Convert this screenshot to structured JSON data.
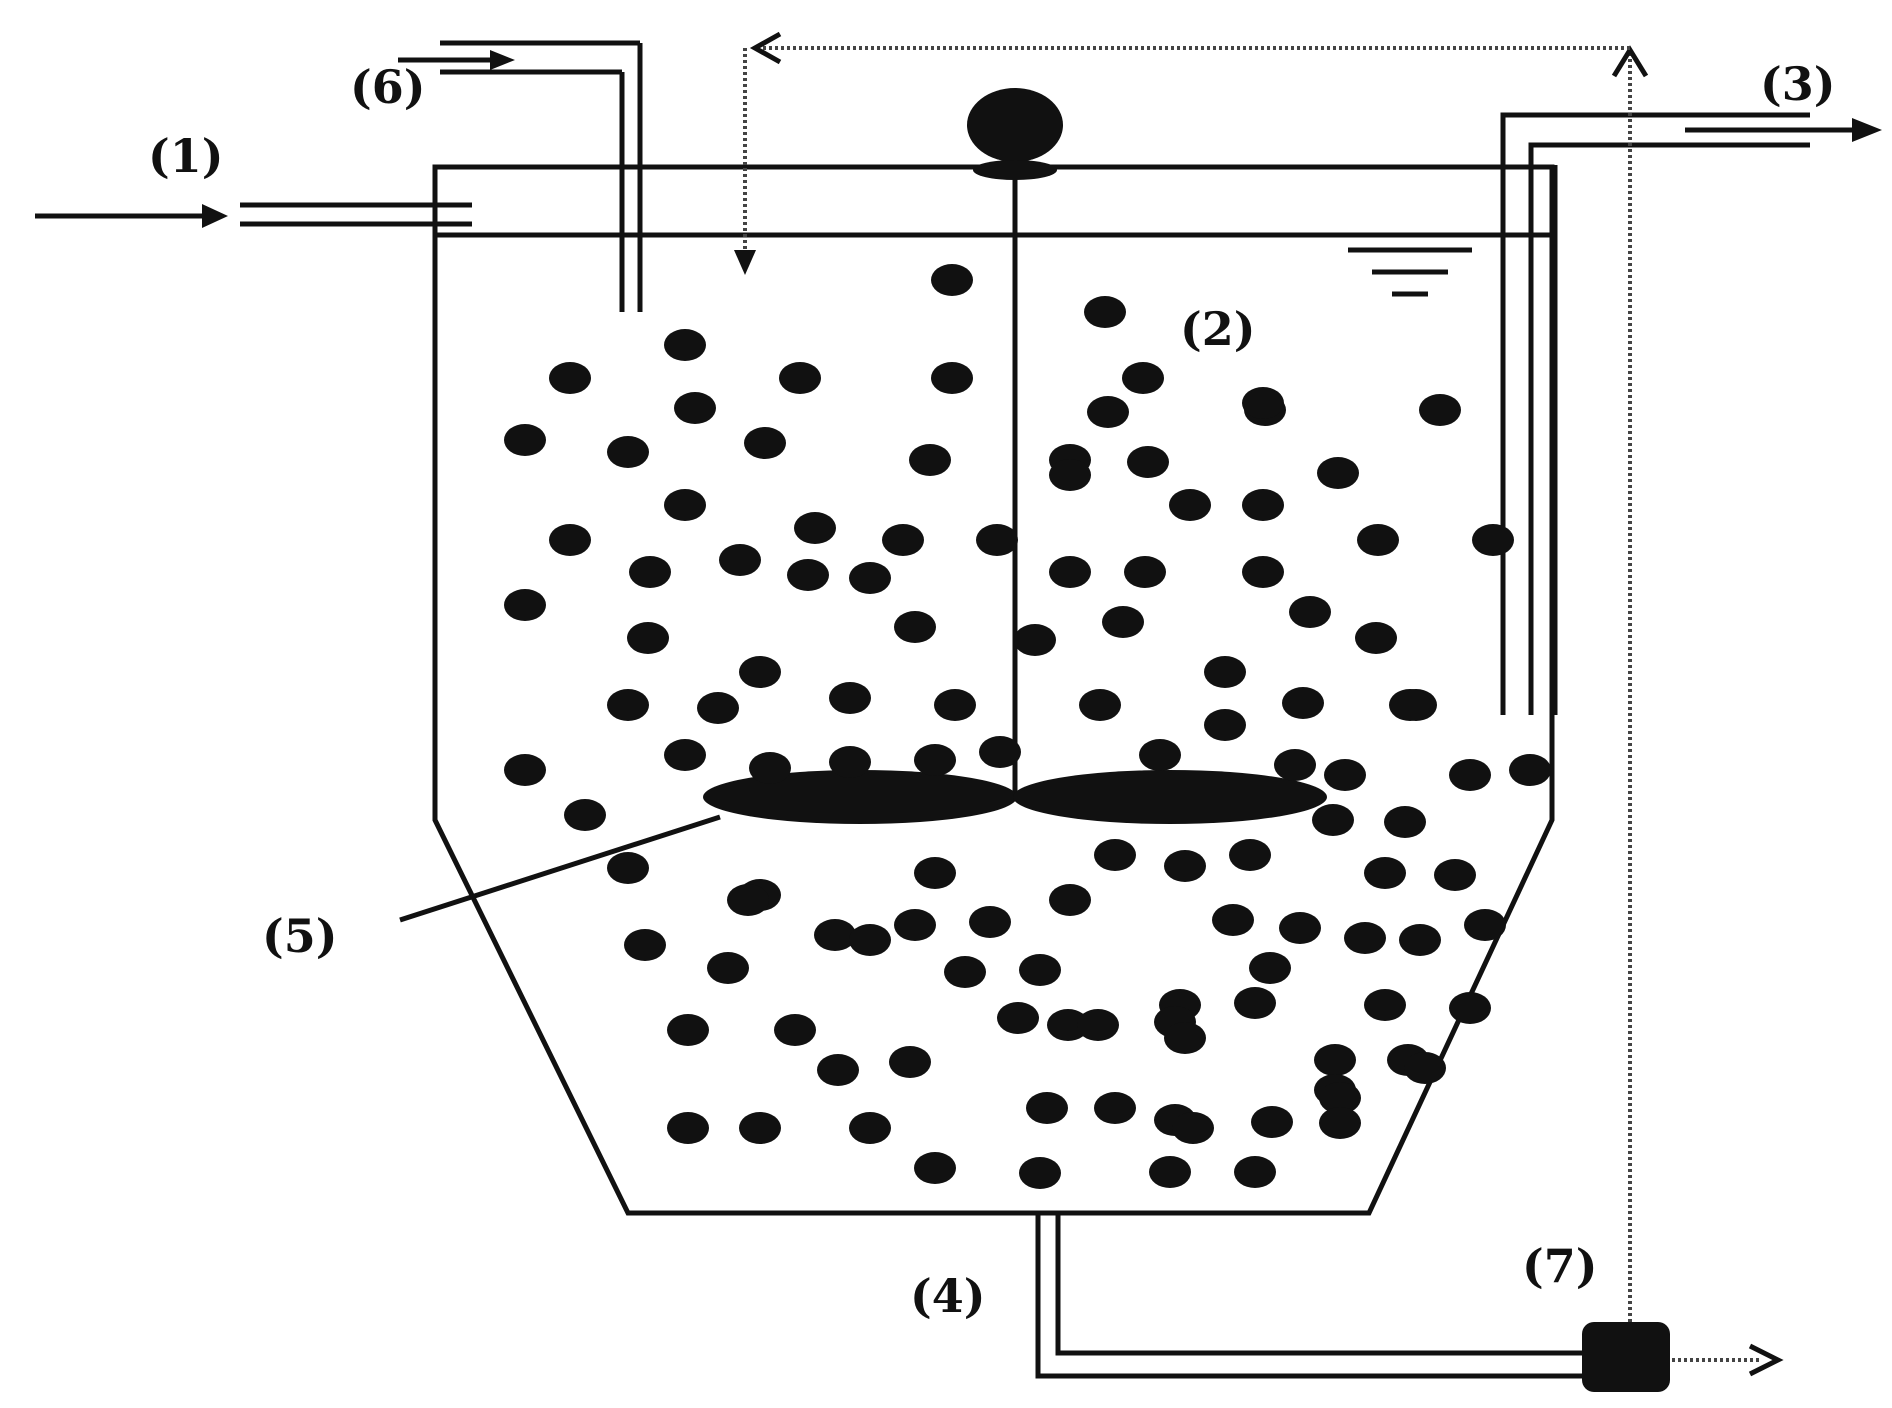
{
  "labels": {
    "l1": "(1)",
    "l2": "(2)",
    "l3": "(3)",
    "l4": "(4)",
    "l5": "(5)",
    "l6": "(6)",
    "l7": "(7)"
  }
}
